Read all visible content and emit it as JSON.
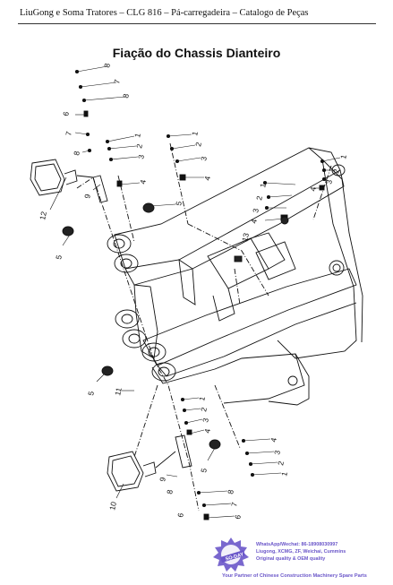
{
  "header": {
    "text": "LiuGong e Soma Tratores – CLG 816 – Pá-carregadeira – Catalogo de Peças"
  },
  "title": "Fiação do Chassis Dianteiro",
  "callouts": {
    "top_stack_a": [
      "8",
      "7",
      "8",
      "6",
      "7",
      "8",
      "9",
      "12"
    ],
    "top_stack_b": [
      "1",
      "2",
      "3",
      "4",
      "5"
    ],
    "top_stack_c": [
      "1",
      "2",
      "3",
      "4",
      "5"
    ],
    "right_stack": [
      "1",
      "2",
      "3",
      "4"
    ],
    "mid_stack": [
      "2",
      "1",
      "3",
      "4",
      "13"
    ],
    "left_items": [
      "5",
      "11",
      "5"
    ],
    "bottom_stack_a": [
      "1",
      "2",
      "3",
      "4"
    ],
    "bottom_stack_b": [
      "4",
      "3",
      "2",
      "1"
    ],
    "bottom_stack_c": [
      "5",
      "8",
      "9",
      "10",
      "6",
      "8",
      "7",
      "6"
    ]
  },
  "watermark": {
    "logo_text": "SO-DAY",
    "lines": [
      "WhatsApp/Wechat: 86-18908030997",
      "Liugong, XCMG, ZF, Weichai, Cummins",
      "Original quality & OEM quality"
    ],
    "tagline": "Your Partner of Chinese Construction Machinery Spare Parts"
  },
  "colors": {
    "ink": "#111111",
    "watermark": "#6a56c9"
  }
}
